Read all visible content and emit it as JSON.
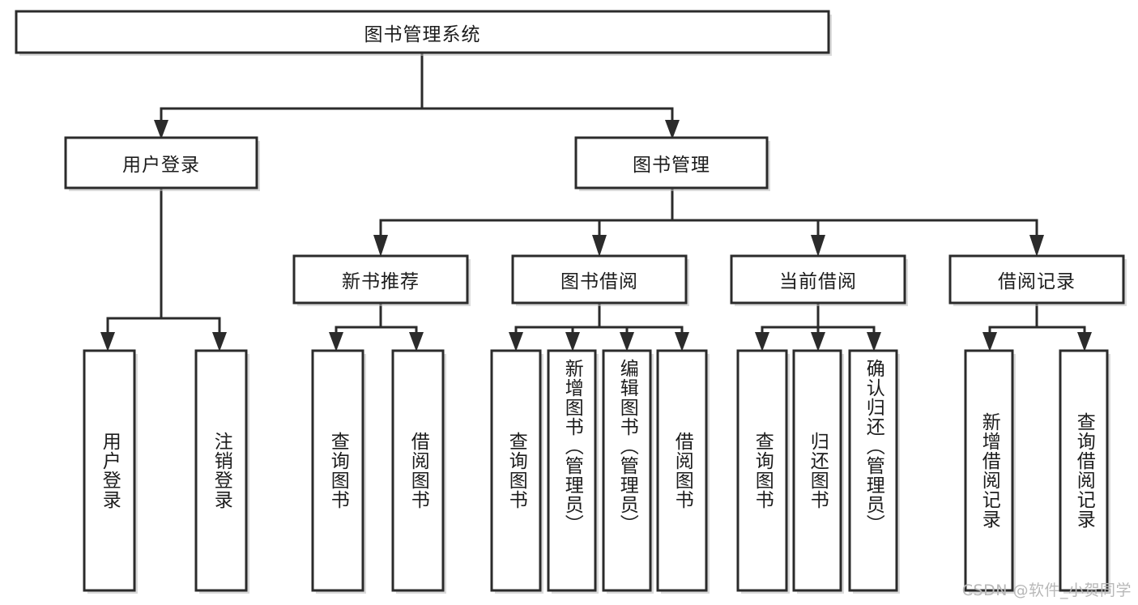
{
  "diagram": {
    "type": "tree",
    "title": "图书管理系统",
    "watermark": "CSDN @软件_小贺同学",
    "root": {
      "id": "root",
      "label": "图书管理系统",
      "orientation": "horizontal"
    },
    "level2": [
      {
        "id": "user-login",
        "label": "用户登录",
        "orientation": "horizontal"
      },
      {
        "id": "book-manage",
        "label": "图书管理",
        "orientation": "horizontal"
      }
    ],
    "level3": [
      {
        "id": "new-book-recommend",
        "label": "新书推荐",
        "orientation": "horizontal",
        "parent": "book-manage"
      },
      {
        "id": "book-borrow",
        "label": "图书借阅",
        "orientation": "horizontal",
        "parent": "book-manage"
      },
      {
        "id": "current-borrow",
        "label": "当前借阅",
        "orientation": "horizontal",
        "parent": "book-manage"
      },
      {
        "id": "borrow-record",
        "label": "借阅记录",
        "orientation": "horizontal",
        "parent": "book-manage"
      }
    ],
    "leaves": [
      {
        "id": "leaf-user-login",
        "label": "用户登录",
        "parent": "user-login",
        "orientation": "vertical"
      },
      {
        "id": "leaf-logout-login",
        "label": "注销登录",
        "parent": "user-login",
        "orientation": "vertical"
      },
      {
        "id": "leaf-query-book-1",
        "label": "查询图书",
        "parent": "new-book-recommend",
        "orientation": "vertical"
      },
      {
        "id": "leaf-borrow-book-1",
        "label": "借阅图书",
        "parent": "new-book-recommend",
        "orientation": "vertical"
      },
      {
        "id": "leaf-query-book-2",
        "label": "查询图书",
        "parent": "book-borrow",
        "orientation": "vertical"
      },
      {
        "id": "leaf-add-book",
        "label": "新增图书（管理员）",
        "parent": "book-borrow",
        "orientation": "vertical"
      },
      {
        "id": "leaf-edit-book",
        "label": "编辑图书（管理员）",
        "parent": "book-borrow",
        "orientation": "vertical"
      },
      {
        "id": "leaf-borrow-book-2",
        "label": "借阅图书",
        "parent": "book-borrow",
        "orientation": "vertical"
      },
      {
        "id": "leaf-query-book-3",
        "label": "查询图书",
        "parent": "current-borrow",
        "orientation": "vertical"
      },
      {
        "id": "leaf-return-book",
        "label": "归还图书",
        "parent": "current-borrow",
        "orientation": "vertical"
      },
      {
        "id": "leaf-confirm-return",
        "label": "确认归还（管理员）",
        "parent": "current-borrow",
        "orientation": "vertical"
      },
      {
        "id": "leaf-add-record",
        "label": "新增借阅记录",
        "parent": "borrow-record",
        "orientation": "vertical"
      },
      {
        "id": "leaf-query-record",
        "label": "查询借阅记录",
        "parent": "borrow-record",
        "orientation": "vertical"
      }
    ],
    "colors": {
      "box_stroke": "#2b2b2b",
      "box_fill": "#ffffff",
      "text": "#1c1c1c",
      "background": "#ffffff",
      "watermark": "#b8b8b8"
    }
  }
}
